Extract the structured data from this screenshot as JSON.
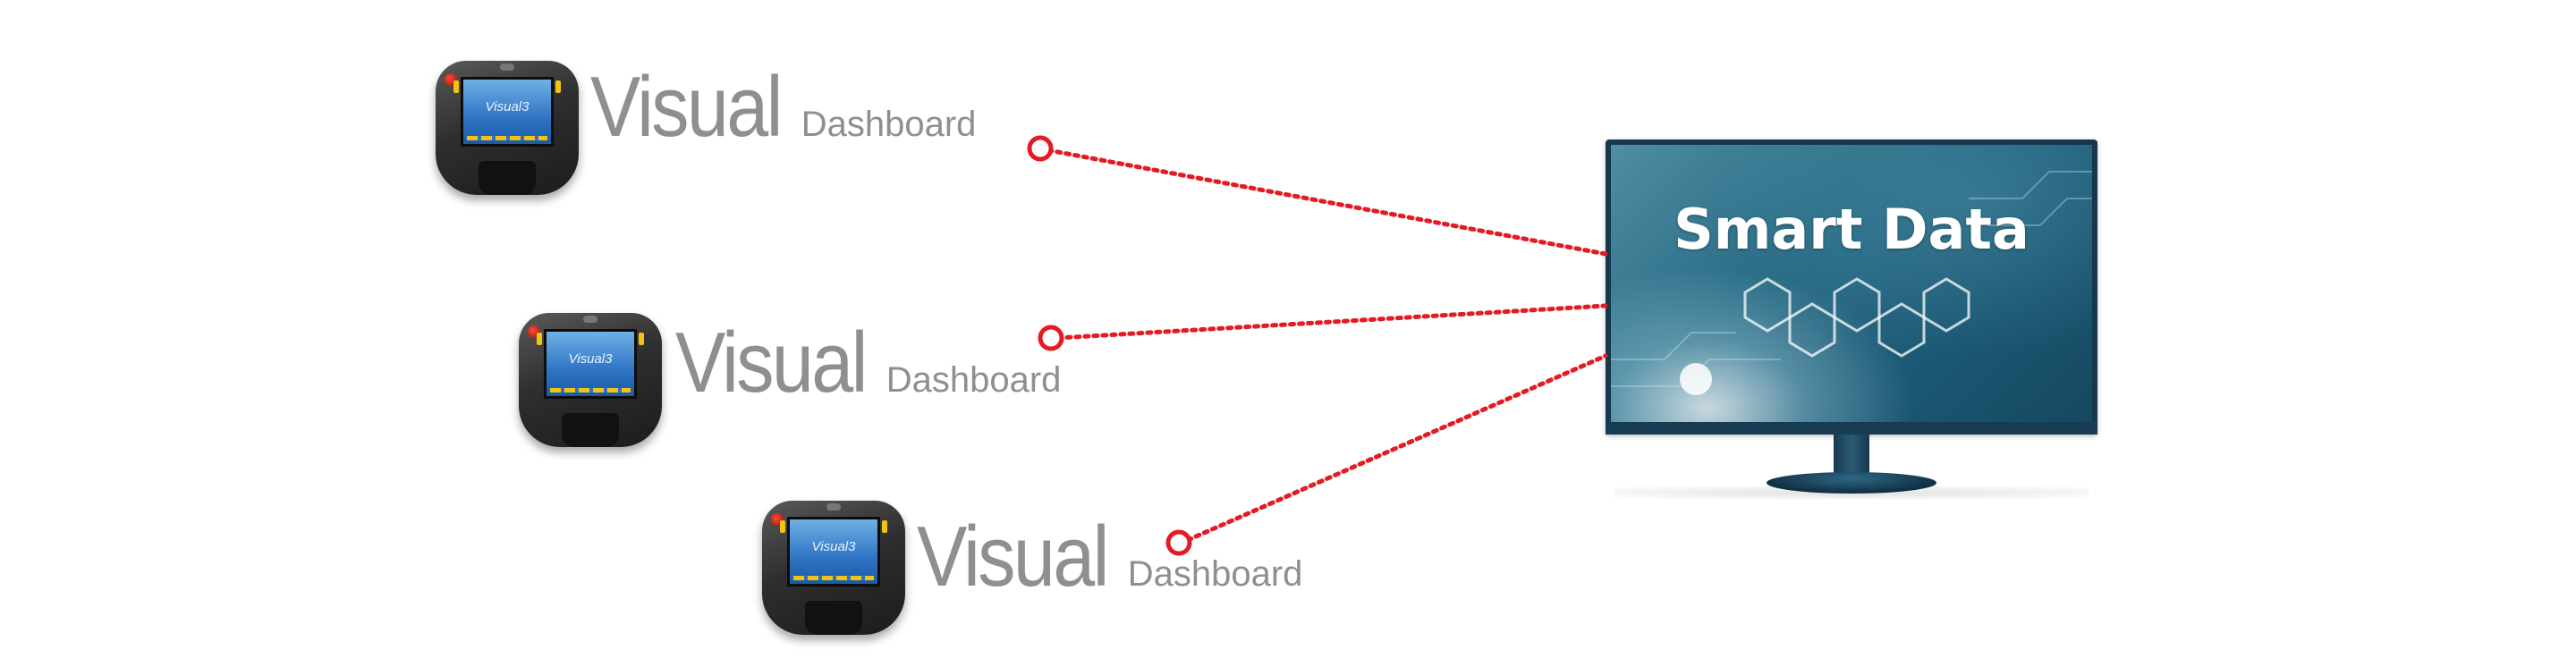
{
  "monitor": {
    "title": "Smart Data"
  },
  "devices": [
    {
      "brand": "Visual",
      "sub": "Dashboard",
      "screen_label": "Visual3"
    },
    {
      "brand": "Visual",
      "sub": "Dashboard",
      "screen_label": "Visual3"
    },
    {
      "brand": "Visual",
      "sub": "Dashboard",
      "screen_label": "Visual3"
    }
  ],
  "colors": {
    "connector_red": "#e41b23",
    "brand_gray": "#8f8f8f",
    "monitor_blue": "#15384d"
  },
  "icons": {
    "device": "handheld-controller-icon",
    "monitor": "monitor-icon",
    "connector": "connector-node-icon"
  }
}
